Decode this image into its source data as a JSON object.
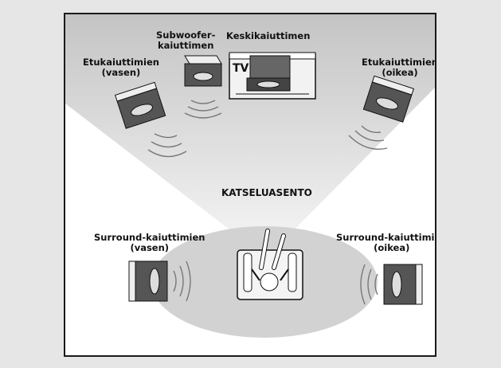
{
  "diagram": {
    "labels": {
      "sub_line1": "Subwoofer-",
      "sub_line2": "kaiuttimen",
      "center": "Keskikaiuttimen",
      "front_left_line1": "Etukaiuttimien",
      "front_left_line2": "(vasen)",
      "front_right_line1": "Etukaiuttimien",
      "front_right_line2": "(oikea)",
      "tv": "TV",
      "viewing_position": "KATSELUASENTO",
      "surround_left_line1": "Surround-kaiuttimien",
      "surround_left_line2": "(vasen)",
      "surround_right_line1": "Surround-kaiuttimien",
      "surround_right_line2": "(oikea)"
    },
    "colors": {
      "page_background": "#e6e6e6",
      "frame_border": "#1a1a1a",
      "cone_gradient_top": "#c8c8c8",
      "ellipse_fill": "#d2d2d2",
      "speaker_dark": "#555555"
    }
  }
}
